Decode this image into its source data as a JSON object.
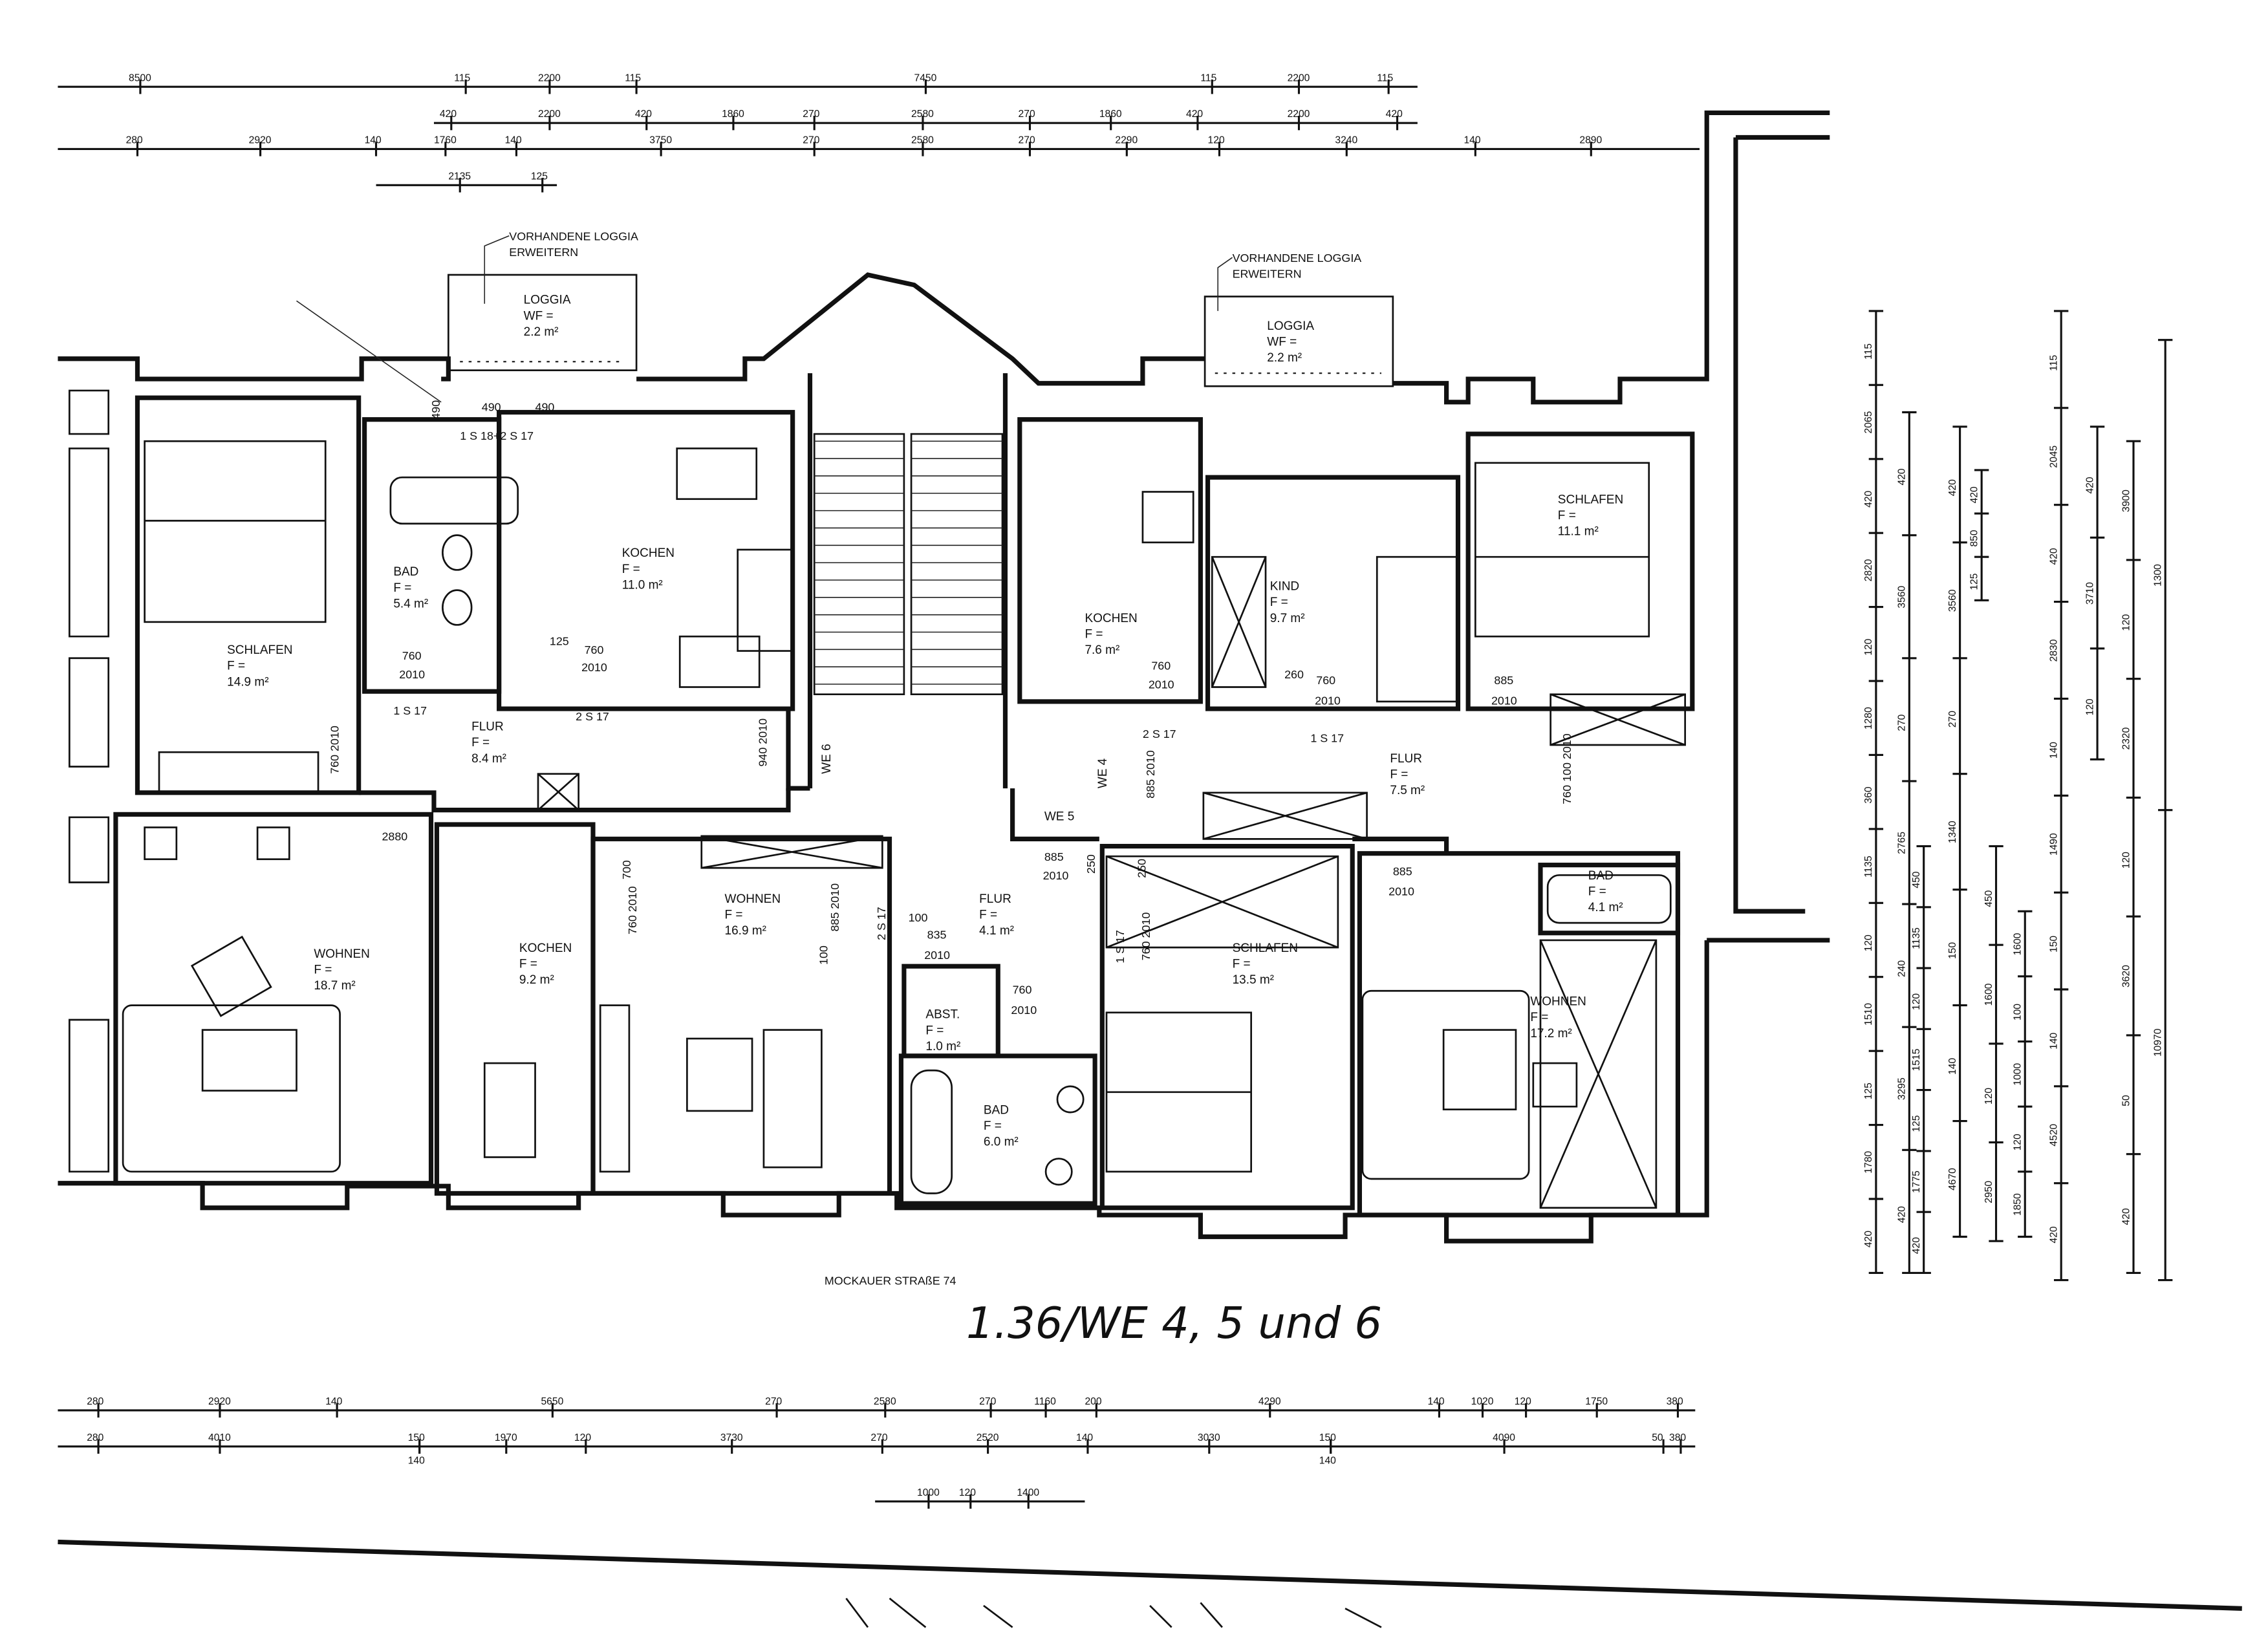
{
  "title_street": "MOCKAUER STRAßE 74",
  "handwritten_note": "1.36/WE 4, 5 und 6",
  "loggia_notes": [
    "VORHANDENE LOGGIA",
    "ERWEITERN"
  ],
  "rooms": [
    {
      "name": "LOGGIA",
      "f": "WF =",
      "area": "2.2 m²"
    },
    {
      "name": "LOGGIA",
      "f": "WF =",
      "area": "2.2 m²"
    },
    {
      "name": "SCHLAFEN",
      "f": "F =",
      "area": "14.9 m²"
    },
    {
      "name": "BAD",
      "f": "F =",
      "area": "5.4 m²"
    },
    {
      "name": "KOCHEN",
      "f": "F =",
      "area": "11.0 m²"
    },
    {
      "name": "FLUR",
      "f": "F =",
      "area": "8.4 m²"
    },
    {
      "name": "KOCHEN",
      "f": "F =",
      "area": "7.6 m²"
    },
    {
      "name": "KIND",
      "f": "F =",
      "area": "9.7 m²"
    },
    {
      "name": "SCHLAFEN",
      "f": "F =",
      "area": "11.1 m²"
    },
    {
      "name": "FLUR",
      "f": "F =",
      "area": "7.5 m²"
    },
    {
      "name": "WOHNEN",
      "f": "F =",
      "area": "18.7 m²"
    },
    {
      "name": "KOCHEN",
      "f": "F =",
      "area": "9.2 m²"
    },
    {
      "name": "WOHNEN",
      "f": "F =",
      "area": "16.9 m²"
    },
    {
      "name": "FLUR",
      "f": "F =",
      "area": "4.1 m²"
    },
    {
      "name": "ABST.",
      "f": "F =",
      "area": "1.0 m²"
    },
    {
      "name": "BAD",
      "f": "F =",
      "area": "6.0 m²"
    },
    {
      "name": "SCHLAFEN",
      "f": "F =",
      "area": "13.5 m²"
    },
    {
      "name": "BAD",
      "f": "F =",
      "area": "4.1 m²"
    },
    {
      "name": "WOHNEN",
      "f": "F =",
      "area": "17.2 m²"
    }
  ],
  "unit_labels": [
    "WE 6",
    "WE 4",
    "WE 5"
  ],
  "annotations": [
    "490",
    "490",
    "490",
    "1 S 18+2 S 17",
    "125",
    "760",
    "2010",
    "760",
    "2010",
    "1 S 17",
    "2 S 17",
    "760 2010",
    "940 2010",
    "2880",
    "760",
    "2010",
    "2 S 17",
    "885 2010",
    "260",
    "760",
    "2010",
    "1 S 17",
    "885",
    "2010",
    "760 100 2010",
    "885",
    "2010",
    "250",
    "250",
    "700",
    "760 2010",
    "885 2010",
    "100",
    "835",
    "2010",
    "1 S 17",
    "760 2010",
    "760",
    "2010",
    "885",
    "2010",
    "100",
    "2 S 17"
  ],
  "dimension_chains": {
    "top": [
      [
        "8500",
        "115",
        "2200",
        "115",
        "7450",
        "115",
        "2200",
        "115"
      ],
      [
        "420",
        "2200",
        "420",
        "1860",
        "270",
        "2580",
        "270",
        "1860",
        "420",
        "2200",
        "420"
      ],
      [
        "280",
        "2920",
        "140",
        "1760",
        "140",
        "3750",
        "270",
        "2580",
        "270",
        "2290",
        "120",
        "3240",
        "140",
        "2890"
      ],
      [
        "2135",
        "125"
      ]
    ],
    "bottom": [
      [
        "280",
        "2920",
        "140",
        "5650",
        "270",
        "2580",
        "270",
        "1160",
        "200",
        "4290",
        "140",
        "1020",
        "120",
        "1750",
        "380"
      ],
      [
        "280",
        "4010",
        "150",
        "140",
        "1970",
        "120",
        "3730",
        "270",
        "2520",
        "140",
        "3030",
        "150",
        "140",
        "4090",
        "50",
        "380"
      ],
      [
        "1000",
        "120",
        "1400"
      ]
    ],
    "right": [
      [
        "115",
        "2065",
        "420",
        "2820",
        "120",
        "1280",
        "360",
        "1135",
        "120",
        "1510",
        "125",
        "1780",
        "420"
      ],
      [
        "420",
        "3560",
        "270",
        "2765",
        "240",
        "3295",
        "420"
      ],
      [
        "450",
        "1135",
        "120",
        "1515",
        "125",
        "1775",
        "420"
      ],
      [
        "420",
        "3560",
        "270",
        "1340",
        "150",
        "140",
        "4670"
      ],
      [
        "420",
        "850",
        "125"
      ],
      [
        "450",
        "1600",
        "120",
        "2950"
      ],
      [
        "1600",
        "100",
        "1000",
        "120",
        "1850"
      ],
      [
        "115",
        "2045",
        "420",
        "2830",
        "140",
        "1490",
        "150",
        "140",
        "4520",
        "420"
      ],
      [
        "420",
        "3710",
        "120"
      ],
      [
        "3900",
        "120",
        "2320",
        "120",
        "3620",
        "50",
        "420"
      ],
      [
        "1300",
        "10970"
      ]
    ]
  }
}
